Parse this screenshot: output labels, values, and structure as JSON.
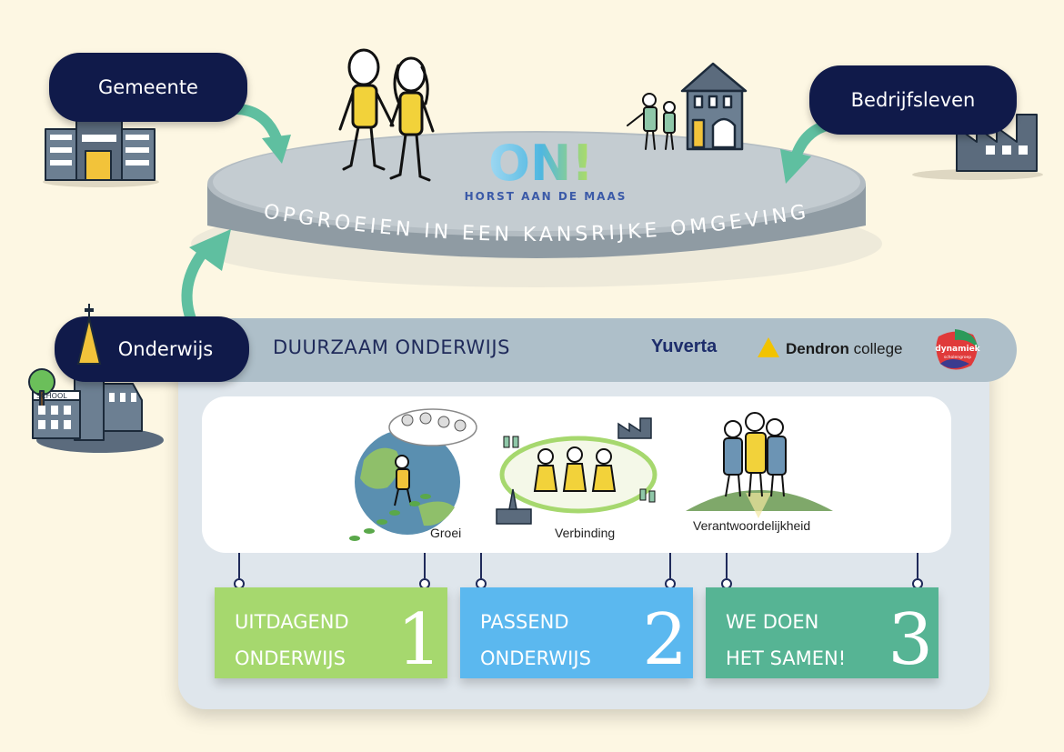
{
  "top": {
    "pill_left": "Gemeente",
    "pill_right": "Bedrijfsleven",
    "pill_bottom_left": "Onderwijs",
    "logo_text": "ON!",
    "logo_subtitle": "HORST AAN DE MAAS",
    "platform_text": "OPGROEIEN IN EEN KANSRIJKE OMGEVING"
  },
  "icons": {
    "school_sign": "SCHOOL"
  },
  "band": {
    "title": "DUURZAAM ONDERWIJS",
    "logo_yuverta": "Yuverta",
    "logo_dendron_bold": "Dendron",
    "logo_dendron_rest": " college",
    "logo_dynamiek": "dynamiek",
    "logo_dynamiek_sub": "scholengroep"
  },
  "themes": [
    {
      "caption": "Groei"
    },
    {
      "caption": "Verbinding"
    },
    {
      "caption": "Verantwoordelijkheid"
    }
  ],
  "cards": [
    {
      "line1": "UITDAGEND",
      "line2": "ONDERWIJS",
      "number": "1",
      "color": "#a6d86e"
    },
    {
      "line1": "PASSEND",
      "line2": "ONDERWIJS",
      "number": "2",
      "color": "#5bb8ef"
    },
    {
      "line1": "WE DOEN",
      "line2": "HET SAMEN!",
      "number": "3",
      "color": "#56b494"
    }
  ],
  "colors": {
    "navy": "#101a4a",
    "background": "#fdf7e3",
    "platform": "#9aa6ae",
    "arrow": "#5fbfa0"
  }
}
